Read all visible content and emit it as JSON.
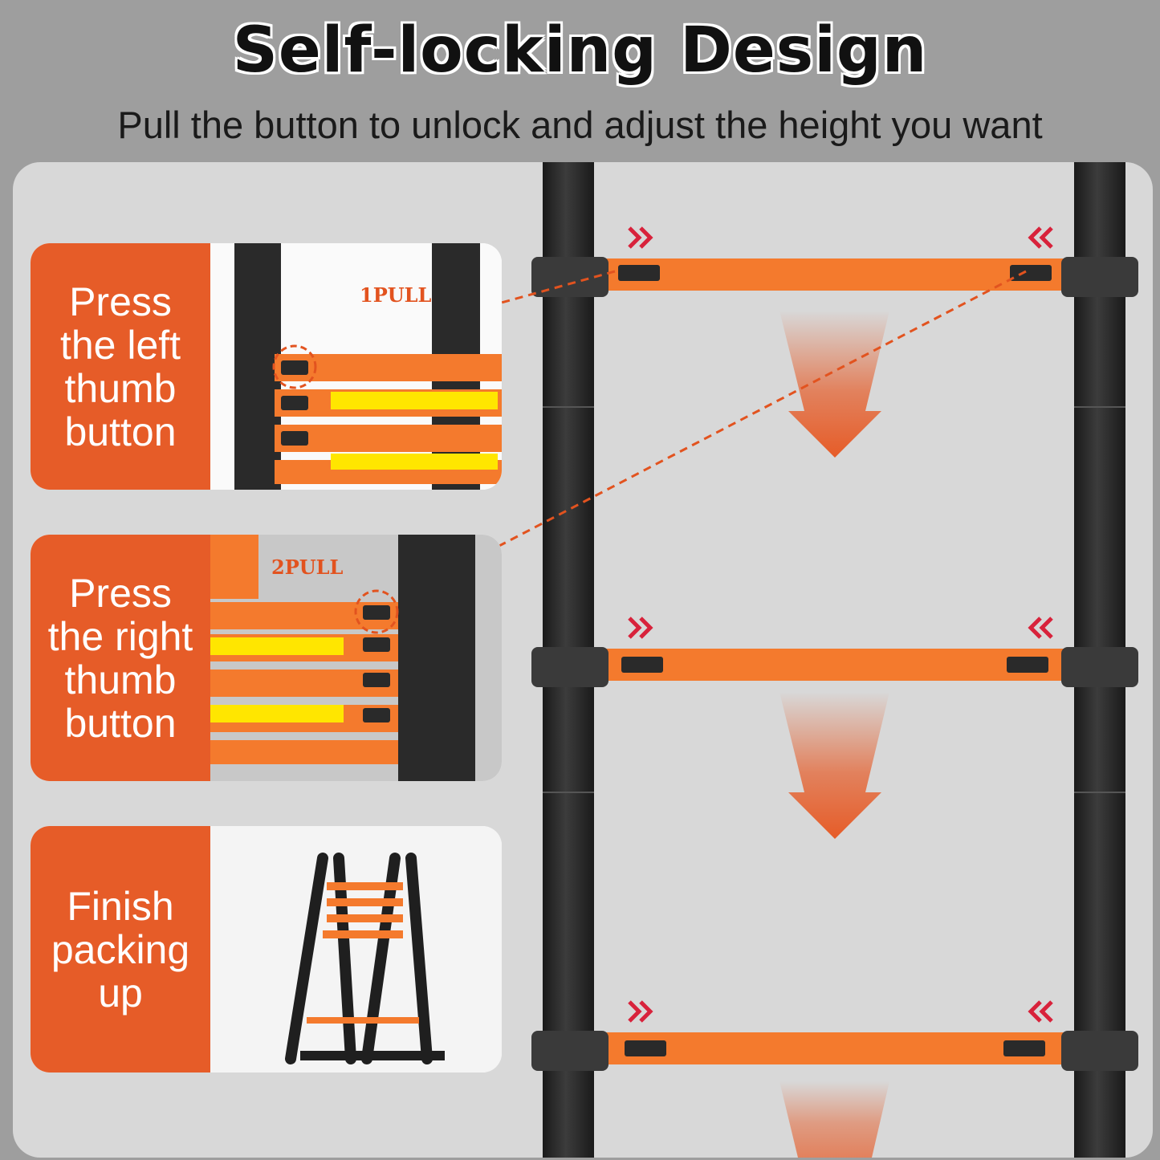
{
  "header": {
    "title": "Self-locking Design",
    "subtitle": "Pull the button to unlock and adjust the height you want"
  },
  "steps": [
    {
      "label": "Press\nthe left\nthumb\nbutton",
      "pull_label": "1PULL"
    },
    {
      "label": "Press\nthe right\nthumb\nbutton",
      "pull_label": "2PULL"
    },
    {
      "label": "Finish\npacking\nup"
    }
  ],
  "colors": {
    "accent": "#e65c28",
    "rung": "#f47a2d",
    "pole": "#2b2b2b",
    "chevron": "#d8223b",
    "panel": "#d8d8d8",
    "page": "#9e9e9e"
  }
}
